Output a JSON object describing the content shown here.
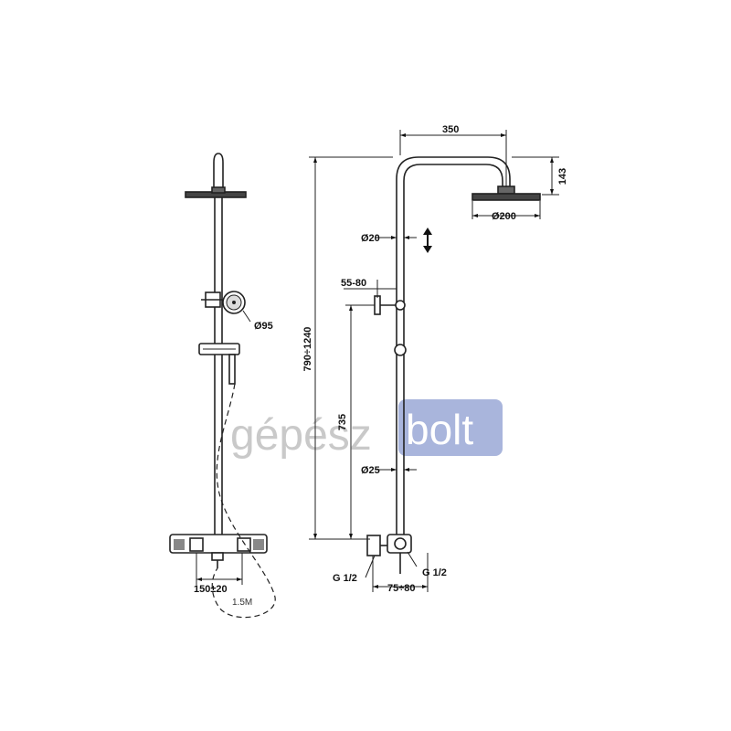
{
  "watermark": {
    "part1": "gépész",
    "part2": "bolt",
    "box_color": "#a9b5dc"
  },
  "dimensions": {
    "head_reach": "350",
    "head_drop": "143",
    "head_diameter": "Ø200",
    "upper_pipe_diameter": "Ø20",
    "wall_offset": "55-80",
    "total_height": "790÷1240",
    "lower_height": "735",
    "lower_pipe_diameter": "Ø25",
    "hand_shower_diameter": "Ø95",
    "inlet_spacing": "150±20",
    "hose_length": "1.5M",
    "inlet_thread_left": "G 1/2",
    "inlet_thread_right": "G 1/2",
    "mixer_depth": "75÷80"
  }
}
